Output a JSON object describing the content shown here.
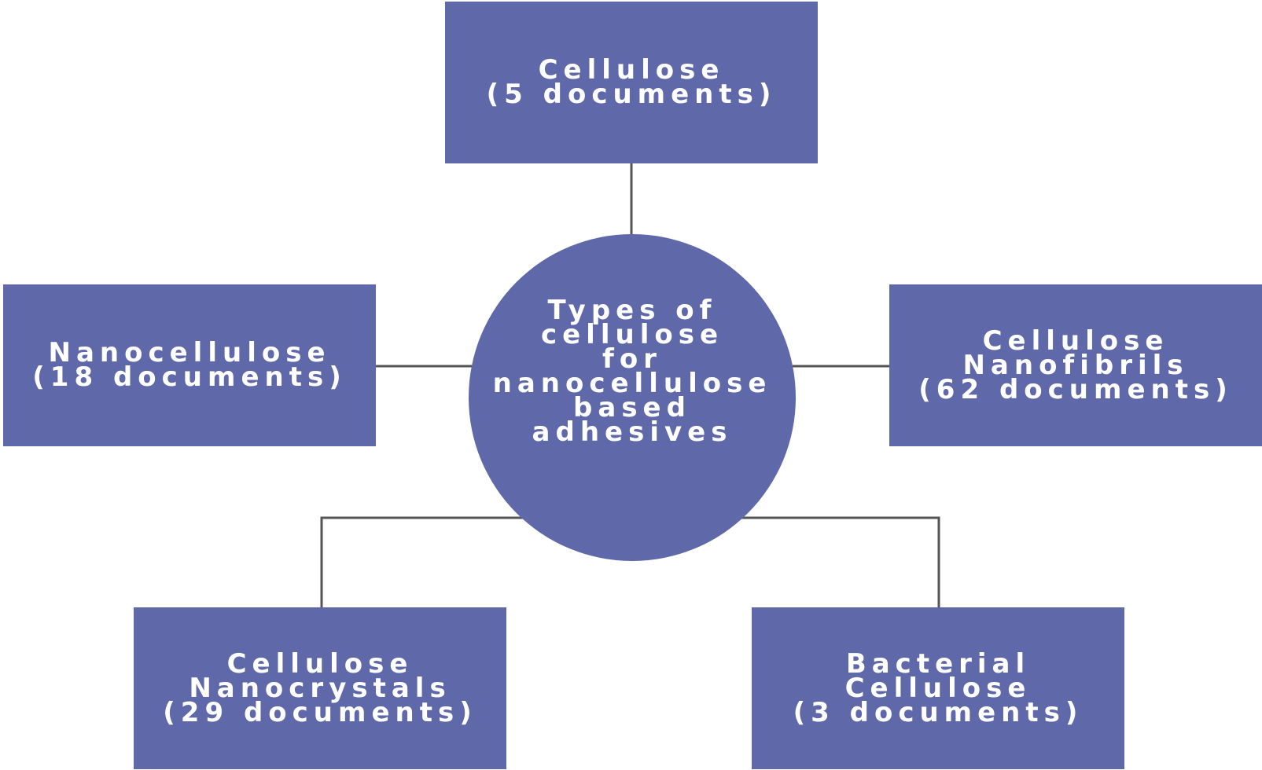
{
  "center": {
    "lines": [
      "Types of",
      "cellulose",
      "for",
      "nanocellulose",
      "based",
      "adhesives"
    ]
  },
  "boxes": {
    "top": {
      "lines": [
        "Cellulose",
        "(5 documents)"
      ]
    },
    "left": {
      "lines": [
        "Nanocellulose",
        "(18 documents)"
      ]
    },
    "right": {
      "lines": [
        "Cellulose",
        "Nanofibrils",
        "(62 documents)"
      ]
    },
    "bottom_left": {
      "lines": [
        "Cellulose",
        "Nanocrystals",
        "(29 documents)"
      ]
    },
    "bottom_right": {
      "lines": [
        "Bacterial",
        "Cellulose",
        "(3 documents)"
      ]
    }
  },
  "colors": {
    "node_fill": "#5f69a9",
    "text": "#ffffff",
    "connector": "#555555"
  }
}
